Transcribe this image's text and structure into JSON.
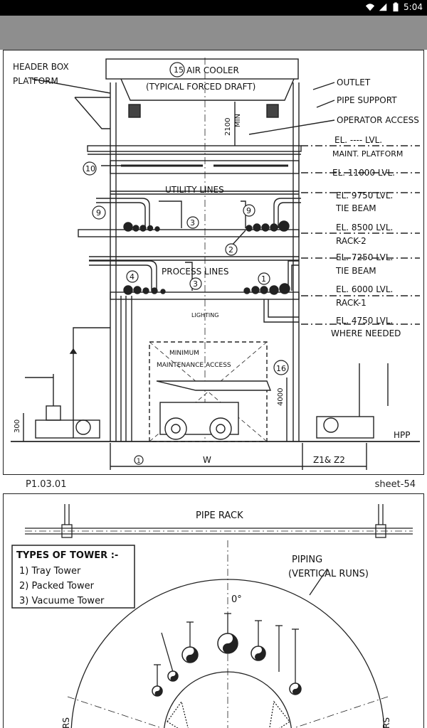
{
  "status_bar": {
    "time": "5:04"
  },
  "sheet1": {
    "labels": {
      "header_box": "HEADER BOX",
      "platform": "PLATFORM",
      "air_cooler_num": "15",
      "air_cooler": "AIR COOLER",
      "forced_draft": "(TYPICAL FORCED DRAFT)",
      "dim_2100": "2100",
      "dim_min": "MIN",
      "outlet": "OUTLET",
      "pipe_support": "PIPE SUPPORT",
      "operator_access": "OPERATOR ACCESS",
      "el_lvl": "EL. ---- LVL.",
      "maint_platform": "MAINT. PLATFORM",
      "num_10": "10",
      "el_11000": "EL. 11000 LVL.",
      "utility_lines": "UTILITY LINES",
      "el_9750": "EL. 9750 LVL.",
      "tie_beam_1": "TIE BEAM",
      "num_9a": "9",
      "num_9b": "9",
      "num_3a": "3",
      "el_8500": "EL. 8500 LVL.",
      "rack_2": "RACK-2",
      "num_2": "2",
      "process_lines": "PROCESS LINES",
      "el_7250": "EL. 7250 LVL.",
      "tie_beam_2": "TIE BEAM",
      "num_4": "4",
      "num_1": "1",
      "num_3b": "3",
      "el_6000": "EL. 6000 LVL.",
      "rack_1": "RACK-1",
      "lighting": "LIGHTING",
      "el_4750": "EL. 4750 LVL.",
      "where_needed": "WHERE NEEDED",
      "minimum": "MINIMUM",
      "maintenance_access": "MAINTENANCE ACCESS",
      "num_16": "16",
      "dim_4000": "4000",
      "dim_300": "300",
      "hpp": "HPP",
      "w": "W",
      "z1z2": "Z1& Z2",
      "num_1_bottom": "1"
    }
  },
  "sheet_footer": {
    "left": "P1.03.01",
    "right": "sheet-54"
  },
  "sheet2": {
    "pipe_rack": "PIPE RACK",
    "piping": "PIPING",
    "vertical_runs": "(VERTICAL RUNS)",
    "zero_deg": "0°",
    "tower_types_title": "TYPES OF TOWER :-",
    "tower_types": [
      "1) Tray Tower",
      "2) Packed Tower",
      "3) Vacuume Tower"
    ],
    "side_left": "RS",
    "side_right": "RS"
  }
}
